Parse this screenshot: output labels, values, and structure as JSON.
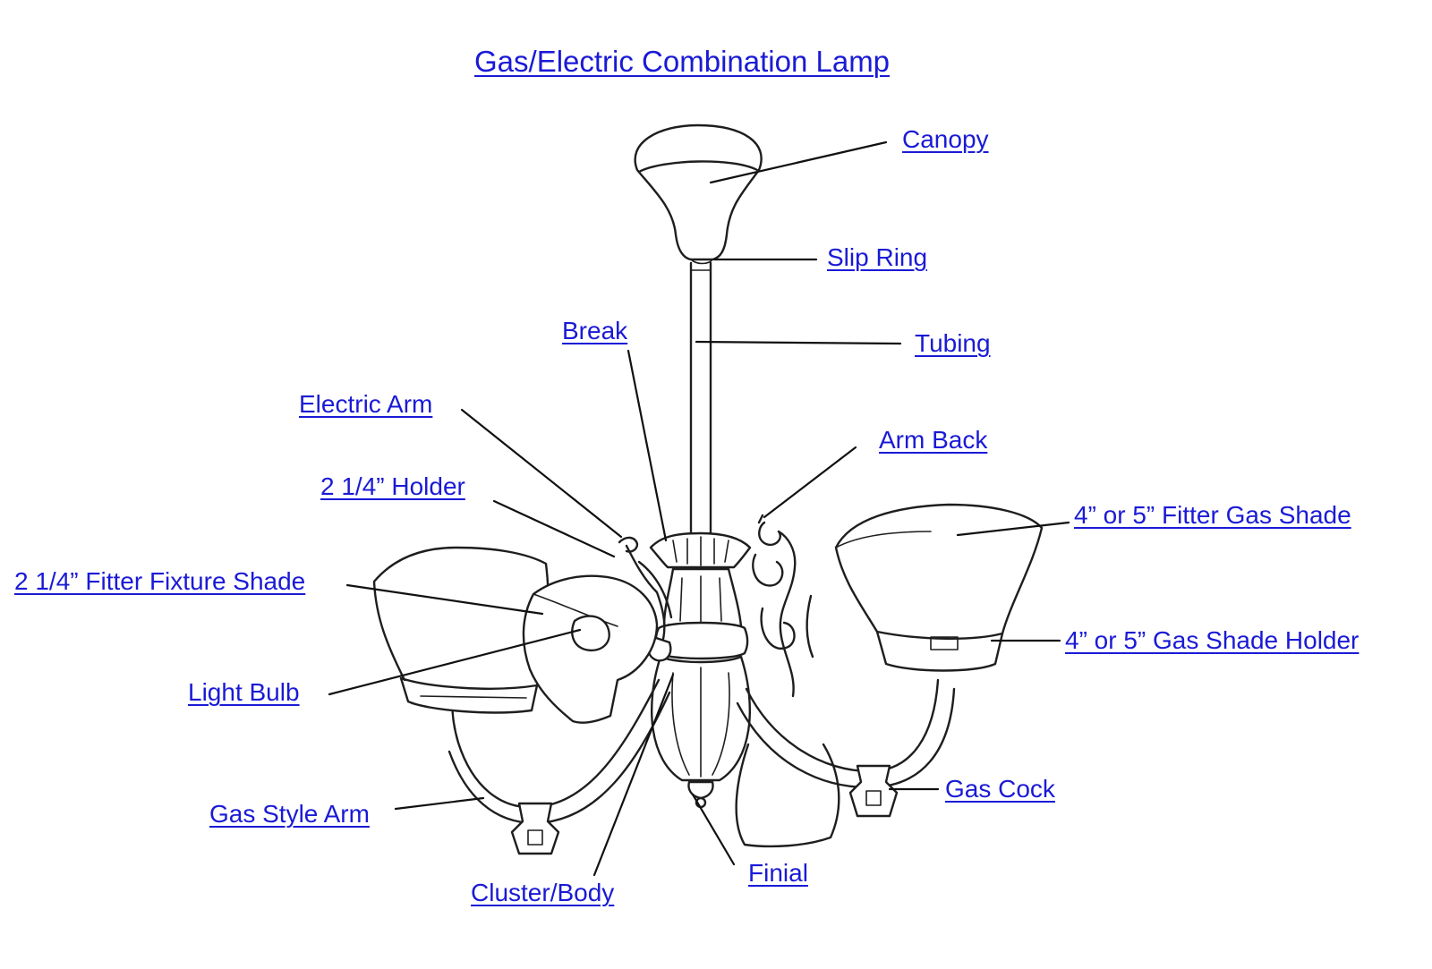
{
  "title": "Gas/Electric Combination Lamp",
  "labels": {
    "canopy": "Canopy",
    "slip_ring": "Slip Ring",
    "break": "Break",
    "tubing": "Tubing",
    "electric_arm": "Electric Arm",
    "arm_back": "Arm Back",
    "holder_2_1_4": "2 1/4” Holder",
    "fitter_gas_shade": "4” or 5” Fitter Gas Shade",
    "fitter_fixture_shade": "2 1/4” Fitter Fixture Shade",
    "gas_shade_holder": "4” or 5” Gas Shade Holder",
    "light_bulb": "Light Bulb",
    "gas_cock": "Gas Cock",
    "gas_style_arm": "Gas Style Arm",
    "finial": "Finial",
    "cluster_body": "Cluster/Body"
  },
  "colors": {
    "label_link": "#1a1ad6",
    "line_ink": "#1e1e1e",
    "background": "#ffffff"
  }
}
